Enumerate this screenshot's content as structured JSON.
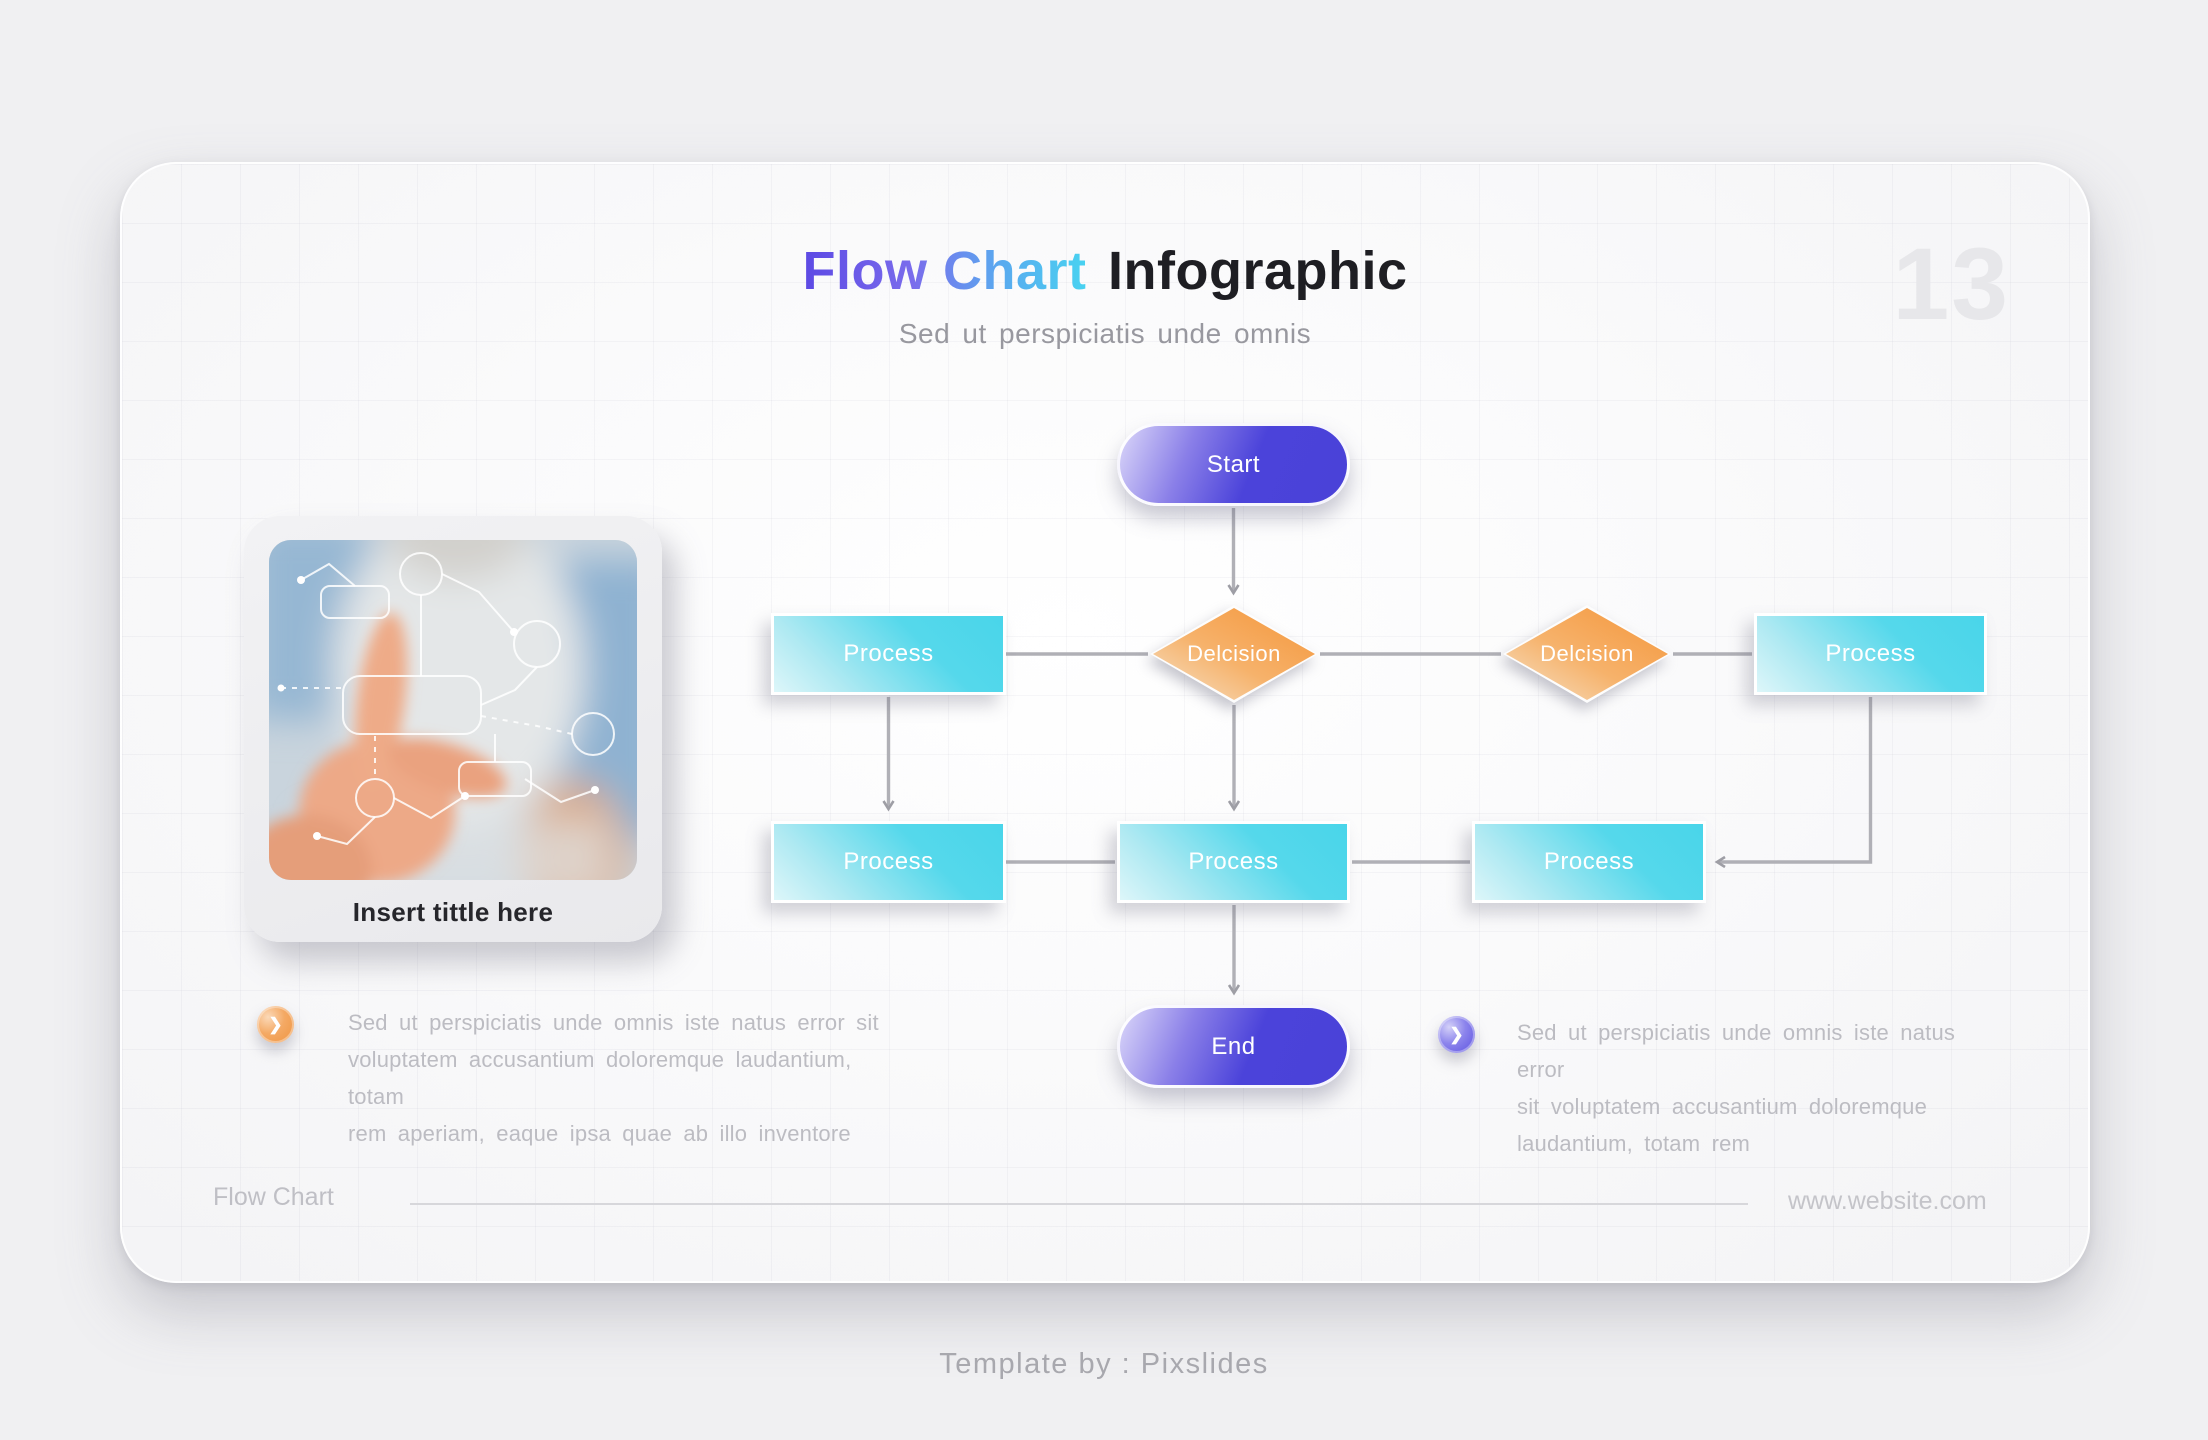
{
  "page": {
    "number": "13",
    "title_accent": "Flow Chart",
    "title_rest": "Infographic",
    "subtitle": "Sed ut perspiciatis unde omnis",
    "footer_left": "Flow Chart",
    "footer_right": "www.website.com",
    "credit": "Template by : Pixslides"
  },
  "image_card": {
    "caption": "Insert tittle here"
  },
  "flowchart": {
    "start": "Start",
    "decision_left": "Delcision",
    "decision_right": "Delcision",
    "process_row2_left": "Process",
    "process_row2_right": "Process",
    "process_row3_left": "Process",
    "process_row3_center": "Process",
    "process_row3_right": "Process",
    "end": "End"
  },
  "notes": {
    "left": {
      "icon": "❯",
      "lines": [
        "Sed ut perspiciatis unde omnis iste natus error sit",
        "voluptatem accusantium doloremque laudantium, totam",
        "rem aperiam, eaque ipsa quae ab illo inventore"
      ]
    },
    "right": {
      "icon": "❯",
      "lines": [
        "Sed ut perspiciatis unde omnis iste natus error",
        "sit voluptatem accusantium doloremque",
        "laudantium, totam rem"
      ]
    }
  },
  "colors": {
    "accent_purple": "#5c49e4",
    "accent_cyan": "#47d5f1",
    "node_indigo": "#4a42d8",
    "node_orange": "#f5a04c",
    "node_cyan": "#49d5ea",
    "connector_gray": "#b0b0b6",
    "background": "#f0f0f2"
  }
}
